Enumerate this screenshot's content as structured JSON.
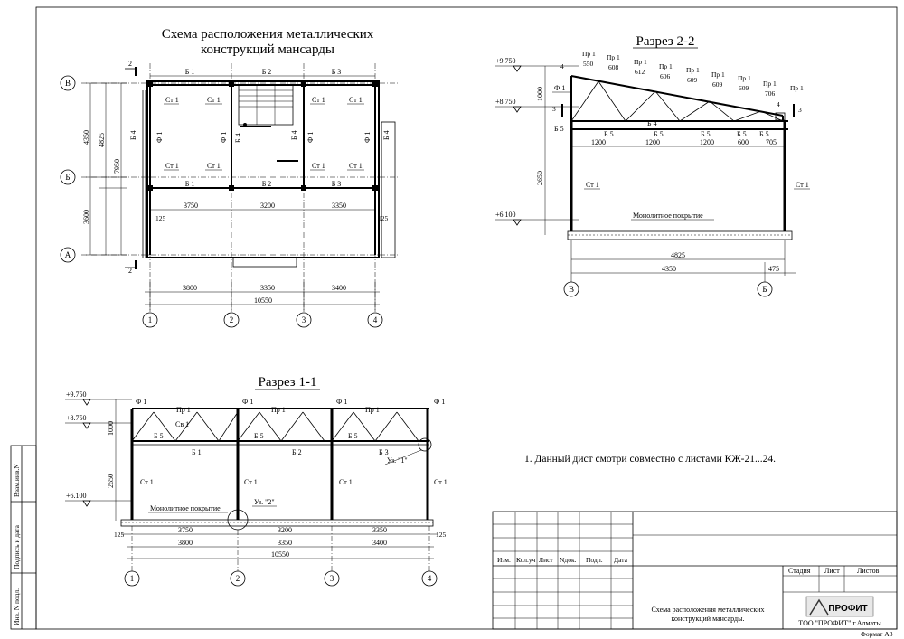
{
  "plan": {
    "title_line1": "Схема расположения металлических",
    "title_line2": "конструкций мансарды",
    "axes_letters": [
      "В",
      "Б",
      "А"
    ],
    "axes_numbers": [
      "1",
      "2",
      "3",
      "4"
    ],
    "section_mark": "2",
    "top_beams": [
      "Б 1",
      "Б 2",
      "Б 3"
    ],
    "mid_beams": [
      "Б 1",
      "Б 2",
      "Б 3"
    ],
    "col_label": "Ст 1",
    "f_label": "Ф 1",
    "b4_label": "Б 4",
    "dims_mid": [
      "3750",
      "3200",
      "3350"
    ],
    "dims_bottom": [
      "3800",
      "3350",
      "3400"
    ],
    "dim_total": "10550",
    "dim_125": "125",
    "dims_left": [
      "4350",
      "3600",
      "4825",
      "7950"
    ]
  },
  "section22": {
    "title": "Разрез 2-2",
    "levels": [
      "+9.750",
      "+8.750",
      "+6.100"
    ],
    "pr_labels": [
      "Пр 1",
      "Пр 1",
      "Пр 1",
      "Пр 1",
      "Пр 1",
      "Пр 1",
      "Пр 1",
      "Пр 1",
      "Пр 1"
    ],
    "pr_dims": [
      "550",
      "608",
      "612",
      "606",
      "609",
      "609",
      "609",
      "706"
    ],
    "mark_4": "4",
    "mark_3": "3",
    "dim_1000": "1000",
    "dim_2650": "2650",
    "b4": "Б 4",
    "b5": "Б 5",
    "f1": "Ф 1",
    "st1": "Ст 1",
    "panel_dims": [
      "1200",
      "1200",
      "1200",
      "600",
      "705"
    ],
    "slab": "Монолитное покрытие",
    "dim_4825": "4825",
    "dim_4350": "4350",
    "dim_475": "475",
    "axes": [
      "В",
      "Б"
    ]
  },
  "section11": {
    "title": "Разрез 1-1",
    "levels": [
      "+9.750",
      "+8.750",
      "+6.100"
    ],
    "f1": "Ф 1",
    "pr1": "Пр 1",
    "sv1": "Св 1",
    "b5": "Б 5",
    "b_labels": [
      "Б 1",
      "Б 2",
      "Б 3"
    ],
    "st1": "Ст 1",
    "node1": "Уз. \"1\"",
    "node2": "Уз. \"2\"",
    "slab": "Монолитное покрытие",
    "dim_1000": "1000",
    "dim_2650": "2650",
    "dim_125": "125",
    "dims_top": [
      "3750",
      "3200",
      "3350"
    ],
    "dims_bottom": [
      "3800",
      "3350",
      "3400"
    ],
    "dim_total": "10550",
    "axes": [
      "1",
      "2",
      "3",
      "4"
    ]
  },
  "note": "1. Данный дист смотри совместно с листами КЖ-21...24.",
  "stamp": {
    "headers": [
      "Изм.",
      "Кол.уч",
      "Лист",
      "Nдок.",
      "Подп.",
      "Дата"
    ],
    "stage_headers": [
      "Стадия",
      "Лист",
      "Листов"
    ],
    "description": "Схема расположения металлических конструкций мансарды.",
    "org": "ТОО \"ПРОФИТ\"  г.Алматы",
    "logo_text": "ПРОФИТ",
    "format": "Формат А3"
  },
  "side_stamp": [
    "Взам.инв.N",
    "Подпись и дата",
    "Инв. N подл."
  ]
}
